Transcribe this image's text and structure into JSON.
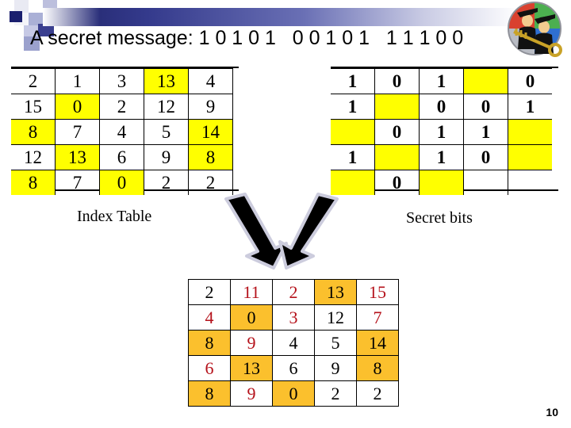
{
  "slide": {
    "title_prefix": "A secret message: ",
    "secret_message": "1 0 1 0 1   0 0 1 0 1   1 1 1 0 0",
    "title_full": "A secret message: 1 0 1 0 1   0 0 1 0 1   1 1 1 0 0",
    "page_number": "10"
  },
  "colors": {
    "highlight_yellow": "#ffff00",
    "highlight_orange": "#fbc02d",
    "changed_text_red": "#b5121b",
    "text_black": "#000000",
    "banner_navy": "#2a2f7a",
    "banner_lavender": "#9a9ecb"
  },
  "index_table": {
    "caption": "Index Table",
    "rows": [
      [
        {
          "v": "2",
          "hl": false
        },
        {
          "v": "1",
          "hl": false
        },
        {
          "v": "3",
          "hl": false
        },
        {
          "v": "13",
          "hl": true
        },
        {
          "v": "4",
          "hl": false
        }
      ],
      [
        {
          "v": "15",
          "hl": false
        },
        {
          "v": "0",
          "hl": true
        },
        {
          "v": "2",
          "hl": false
        },
        {
          "v": "12",
          "hl": false
        },
        {
          "v": "9",
          "hl": false
        }
      ],
      [
        {
          "v": "8",
          "hl": true
        },
        {
          "v": "7",
          "hl": false
        },
        {
          "v": "4",
          "hl": false
        },
        {
          "v": "5",
          "hl": false
        },
        {
          "v": "14",
          "hl": true
        }
      ],
      [
        {
          "v": "12",
          "hl": false
        },
        {
          "v": "13",
          "hl": true
        },
        {
          "v": "6",
          "hl": false
        },
        {
          "v": "9",
          "hl": false
        },
        {
          "v": "8",
          "hl": true
        }
      ],
      [
        {
          "v": "8",
          "hl": true
        },
        {
          "v": "7",
          "hl": false
        },
        {
          "v": "0",
          "hl": true
        },
        {
          "v": "2",
          "hl": false
        },
        {
          "v": "2",
          "hl": false
        }
      ]
    ]
  },
  "bits_table": {
    "caption": "Secret bits",
    "rows": [
      [
        {
          "v": "1",
          "hl": false
        },
        {
          "v": "0",
          "hl": false
        },
        {
          "v": "1",
          "hl": false
        },
        {
          "v": "",
          "hl": true
        },
        {
          "v": "0",
          "hl": false
        }
      ],
      [
        {
          "v": "1",
          "hl": false
        },
        {
          "v": "",
          "hl": true
        },
        {
          "v": "0",
          "hl": false
        },
        {
          "v": "0",
          "hl": false
        },
        {
          "v": "1",
          "hl": false
        }
      ],
      [
        {
          "v": "",
          "hl": true
        },
        {
          "v": "0",
          "hl": false
        },
        {
          "v": "1",
          "hl": false
        },
        {
          "v": "1",
          "hl": false
        },
        {
          "v": "",
          "hl": true
        }
      ],
      [
        {
          "v": "1",
          "hl": false
        },
        {
          "v": "",
          "hl": true
        },
        {
          "v": "1",
          "hl": false
        },
        {
          "v": "0",
          "hl": false
        },
        {
          "v": "",
          "hl": true
        }
      ],
      [
        {
          "v": "",
          "hl": true
        },
        {
          "v": "0",
          "hl": false
        },
        {
          "v": "",
          "hl": true
        },
        {
          "v": "",
          "hl": false
        },
        {
          "v": "",
          "hl": false
        }
      ]
    ]
  },
  "result_table": {
    "rows": [
      [
        {
          "v": "2",
          "hl": false,
          "chg": false
        },
        {
          "v": "11",
          "hl": false,
          "chg": true
        },
        {
          "v": "2",
          "hl": false,
          "chg": true
        },
        {
          "v": "13",
          "hl": true,
          "chg": false
        },
        {
          "v": "15",
          "hl": false,
          "chg": true
        }
      ],
      [
        {
          "v": "4",
          "hl": false,
          "chg": true
        },
        {
          "v": "0",
          "hl": true,
          "chg": false
        },
        {
          "v": "3",
          "hl": false,
          "chg": true
        },
        {
          "v": "12",
          "hl": false,
          "chg": false
        },
        {
          "v": "7",
          "hl": false,
          "chg": true
        }
      ],
      [
        {
          "v": "8",
          "hl": true,
          "chg": false
        },
        {
          "v": "9",
          "hl": false,
          "chg": true
        },
        {
          "v": "4",
          "hl": false,
          "chg": false
        },
        {
          "v": "5",
          "hl": false,
          "chg": false
        },
        {
          "v": "14",
          "hl": true,
          "chg": false
        }
      ],
      [
        {
          "v": "6",
          "hl": false,
          "chg": true
        },
        {
          "v": "13",
          "hl": true,
          "chg": false
        },
        {
          "v": "6",
          "hl": false,
          "chg": false
        },
        {
          "v": "9",
          "hl": false,
          "chg": false
        },
        {
          "v": "8",
          "hl": true,
          "chg": false
        }
      ],
      [
        {
          "v": "8",
          "hl": true,
          "chg": false
        },
        {
          "v": "9",
          "hl": false,
          "chg": true
        },
        {
          "v": "0",
          "hl": true,
          "chg": false
        },
        {
          "v": "2",
          "hl": false,
          "chg": false
        },
        {
          "v": "2",
          "hl": false,
          "chg": false
        }
      ]
    ]
  },
  "icons": {
    "arrow_left": "down-right-arrow-icon",
    "arrow_right": "down-left-arrow-icon",
    "logo": "graduates-key-logo-icon"
  }
}
